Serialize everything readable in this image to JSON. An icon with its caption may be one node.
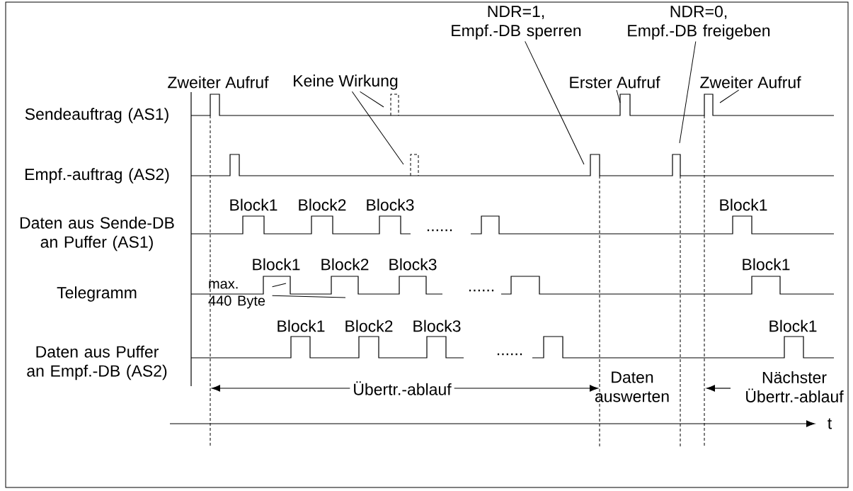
{
  "diagram": {
    "nodes": [
      {
        "text": [
          "Keine Wirkung"
        ]
      },
      {
        "text": [
          "NDR=1, Empf.-DB sperren"
        ]
      },
      {
        "text": [
          "NDR=0, Empf.-DB freigeben"
        ]
      },
      {
        "text": [
          "Erster Aufruf"
        ]
      },
      {
        "text": [
          "Zweiter Aufruf"
        ]
      },
      {
        "text": [
          "max. 440 Byte"
        ]
      }
    ],
    "edges": [
      {
        "from": 0,
        "to": null,
        "arrow": "none"
      },
      {
        "from": 0,
        "to": null,
        "arrow": "none"
      },
      {
        "from": 1,
        "to": null,
        "arrow": "none"
      },
      {
        "from": 2,
        "to": null,
        "arrow": "none"
      },
      {
        "from": 3,
        "to": null,
        "arrow": "none"
      },
      {
        "from": 4,
        "to": null,
        "arrow": "none"
      },
      {
        "from": 5,
        "to": null,
        "arrow": "none"
      },
      {
        "from": 5,
        "to": null,
        "arrow": "none"
      }
    ],
    "labels": [
      "Zweiter Aufruf",
      "Sendeauftrag (AS1)",
      "Empf.-auftrag (AS2)",
      "Block1",
      "Block2",
      "Block3",
      "Block1",
      "Daten aus Sende-DB an Puffer (AS1)",
      "......",
      "Block1",
      "Block2",
      "Block3",
      "Block1",
      "Telegramm",
      "......",
      "Block1",
      "Block2",
      "Block3",
      "Block1",
      "Daten aus Puffer an Empf.-DB (AS2)",
      "......",
      "Übertr.-ablauf",
      "Daten auswerten",
      "Nächster Übertr.-ablauf",
      "t"
    ]
  }
}
